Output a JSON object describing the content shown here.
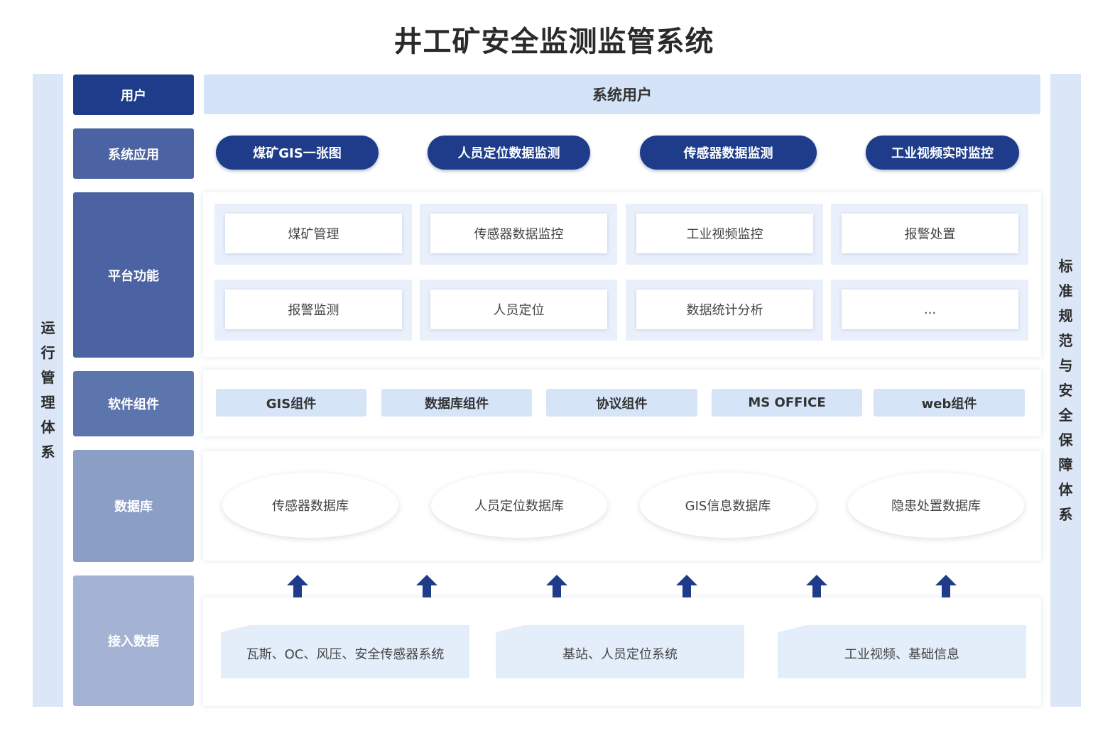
{
  "title": "井工矿安全监测监管系统",
  "left_side": "运行管理体系",
  "right_side": "标准规范与安全保障体系",
  "layers": {
    "user": "用户",
    "app": "系统应用",
    "platform": "平台功能",
    "software": "软件组件",
    "database": "数据库",
    "input": "接入数据"
  },
  "user_bar": "系统用户",
  "apps": [
    "煤矿GIS一张图",
    "人员定位数据监测",
    "传感器数据监测",
    "工业视频实时监控"
  ],
  "functions": [
    [
      "煤矿管理",
      "传感器数据监控",
      "工业视频监控",
      "报警处置"
    ],
    [
      "报警监测",
      "人员定位",
      "数据统计分析",
      "..."
    ]
  ],
  "components": [
    "GIS组件",
    "数据库组件",
    "协议组件",
    "MS OFFICE",
    "web组件"
  ],
  "databases": [
    "传感器数据库",
    "人员定位数据库",
    "GIS信息数据库",
    "隐患处置数据库"
  ],
  "sources": [
    "瓦斯、OC、风压、安全传感器系统",
    "基站、人员定位系统",
    "工业视频、基础信息"
  ],
  "colors": {
    "layer_user": "#1e3c8a",
    "layer_app": "#4b63a2",
    "layer_platform": "#4b63a2",
    "layer_software": "#5d75ad",
    "layer_database": "#8a9ec6",
    "layer_input": "#a4b3d3",
    "pill": "#1e3c8a",
    "arrow": "#1e3c8a",
    "light_blue": "#d6e4f8"
  }
}
